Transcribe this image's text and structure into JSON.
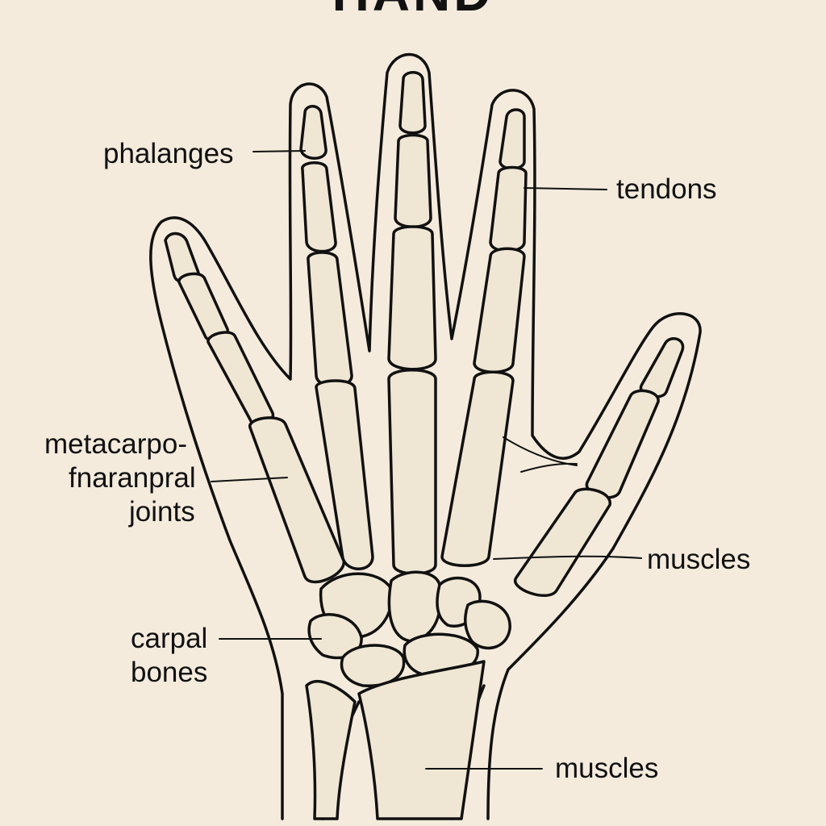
{
  "title": "HAND",
  "labels": {
    "phalanges": "phalanges",
    "tendons": "tendons",
    "mcp_line1": "metacarpo-",
    "mcp_line2": "fnaranpral",
    "mcp_line3": "joints",
    "muscles_palm": "muscles",
    "carpal_line1": "carpal",
    "carpal_line2": "bones",
    "muscles_forearm": "muscles"
  },
  "colors": {
    "background": "#f4ebdd",
    "bone_fill": "#efe6d4",
    "ink": "#111111"
  }
}
